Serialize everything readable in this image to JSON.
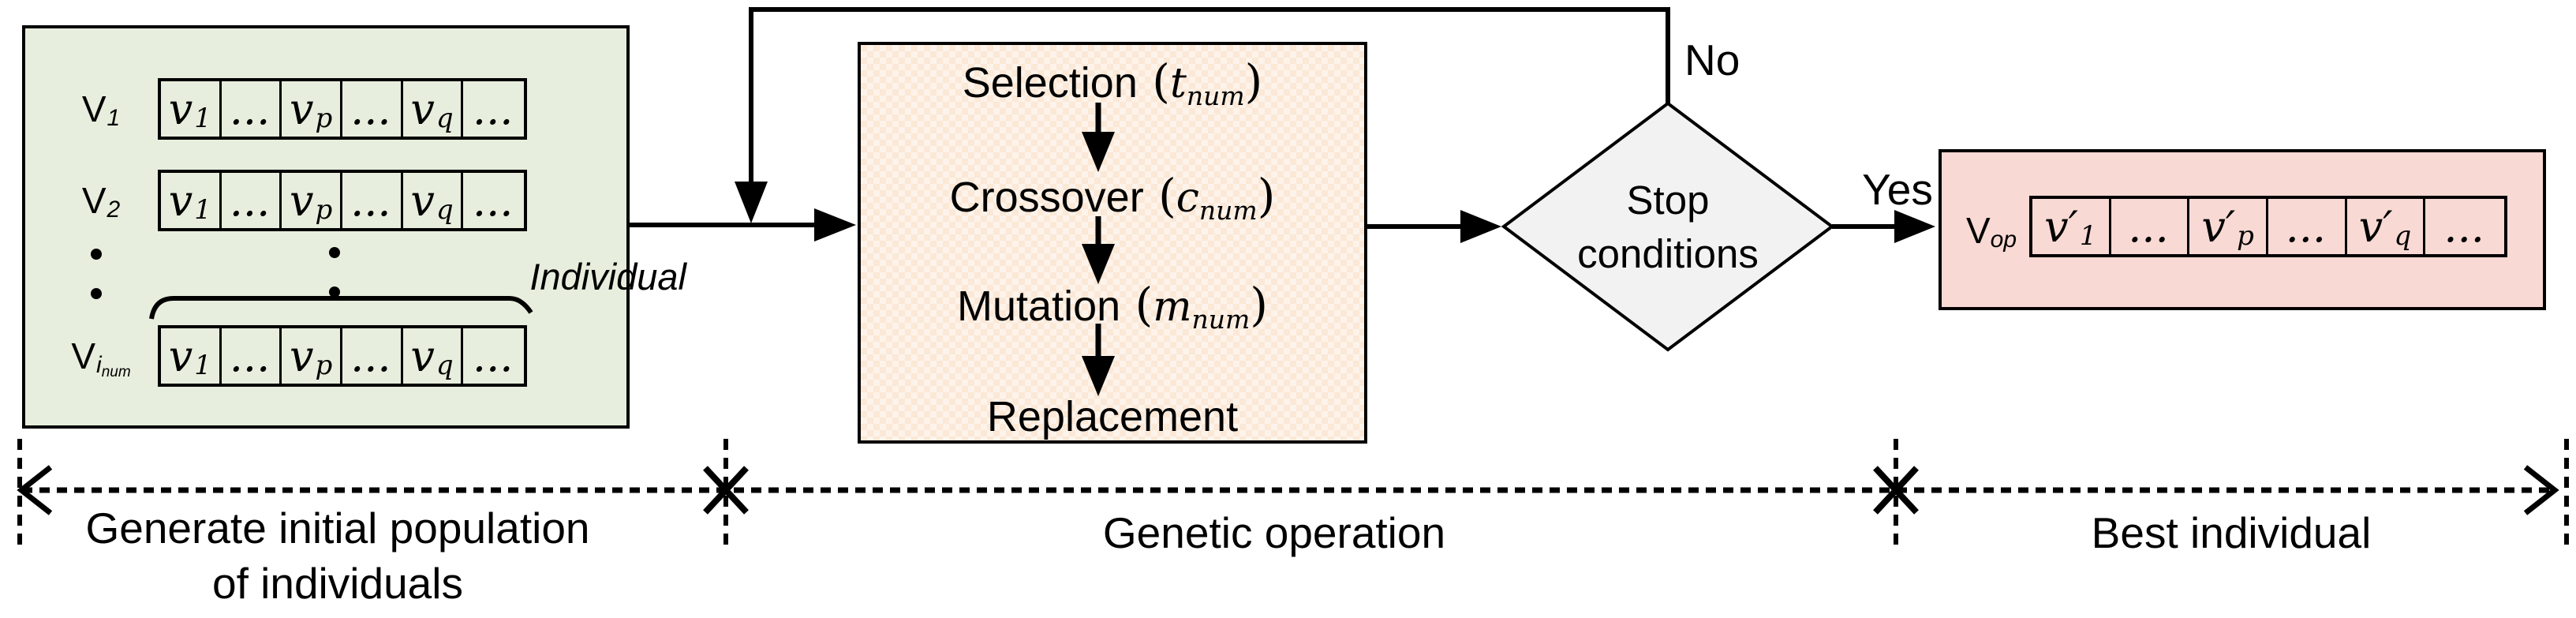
{
  "colors": {
    "population_fill": "#e7eedd",
    "genetic_fill": "#fbe8d6",
    "genetic_fill_alt": "#fdf3ea",
    "best_fill": "#f8d9d4",
    "decision_fill": "#f2f2f2",
    "line": "#000000"
  },
  "population": {
    "vdot": ".",
    "brace_label": "Individual",
    "rows": [
      {
        "label_base": "V",
        "label_sub": "1",
        "label_subsub": "",
        "cells": [
          {
            "base": "v",
            "sub": "1"
          },
          {
            "base": "...",
            "sub": ""
          },
          {
            "base": "v",
            "sub": "p"
          },
          {
            "base": "...",
            "sub": ""
          },
          {
            "base": "v",
            "sub": "q"
          },
          {
            "base": "...",
            "sub": ""
          }
        ]
      },
      {
        "label_base": "V",
        "label_sub": "2",
        "label_subsub": "",
        "cells": [
          {
            "base": "v",
            "sub": "1"
          },
          {
            "base": "...",
            "sub": ""
          },
          {
            "base": "v",
            "sub": "p"
          },
          {
            "base": "...",
            "sub": ""
          },
          {
            "base": "v",
            "sub": "q"
          },
          {
            "base": "...",
            "sub": ""
          }
        ]
      },
      {
        "label_base": "V",
        "label_sub": "i",
        "label_subsub": "num",
        "cells": [
          {
            "base": "v",
            "sub": "1"
          },
          {
            "base": "...",
            "sub": ""
          },
          {
            "base": "v",
            "sub": "p"
          },
          {
            "base": "...",
            "sub": ""
          },
          {
            "base": "v",
            "sub": "q"
          },
          {
            "base": "...",
            "sub": ""
          }
        ]
      }
    ]
  },
  "genetic": {
    "steps": [
      {
        "name": "Selection",
        "open": " (",
        "param": "t",
        "param_sub": "num",
        "close": ")"
      },
      {
        "name": "Crossover",
        "open": " (",
        "param": "c",
        "param_sub": "num",
        "close": ")"
      },
      {
        "name": "Mutation",
        "open": " (",
        "param": "m",
        "param_sub": "num",
        "close": ")"
      },
      {
        "name": "Replacement",
        "open": "",
        "param": "",
        "param_sub": "",
        "close": ""
      }
    ]
  },
  "decision": {
    "line1": "Stop",
    "line2": "conditions",
    "no": "No",
    "yes": "Yes"
  },
  "best": {
    "label_base": "V",
    "label_sub": "op",
    "cells": [
      {
        "base": "v′",
        "sub": "1"
      },
      {
        "base": "...",
        "sub": ""
      },
      {
        "base": "v′",
        "sub": "p"
      },
      {
        "base": "...",
        "sub": ""
      },
      {
        "base": "v′",
        "sub": "q"
      },
      {
        "base": "...",
        "sub": ""
      }
    ]
  },
  "sections": {
    "left_line1": "Generate initial population",
    "left_line2": "of individuals",
    "middle": "Genetic operation",
    "right": "Best individual"
  }
}
